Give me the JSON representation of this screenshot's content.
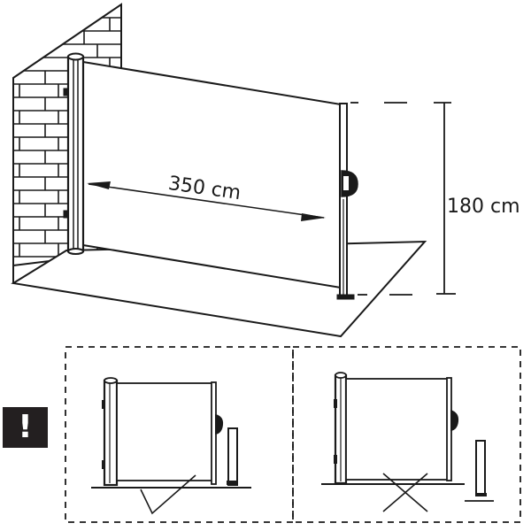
{
  "main_diagram": {
    "width_label": "350 cm",
    "height_label": "180 cm",
    "description": "Retractable side awning mounted on brick wall, extended over floor"
  },
  "warning": {
    "icon": "exclamation-icon",
    "symbol": "!",
    "box_color": "#231f20"
  },
  "panels": [
    {
      "name": "correct-installation",
      "mark": "check-icon"
    },
    {
      "name": "incorrect-installation",
      "mark": "cross-icon"
    }
  ],
  "colors": {
    "line": "#1a1a1a",
    "background": "#ffffff"
  }
}
